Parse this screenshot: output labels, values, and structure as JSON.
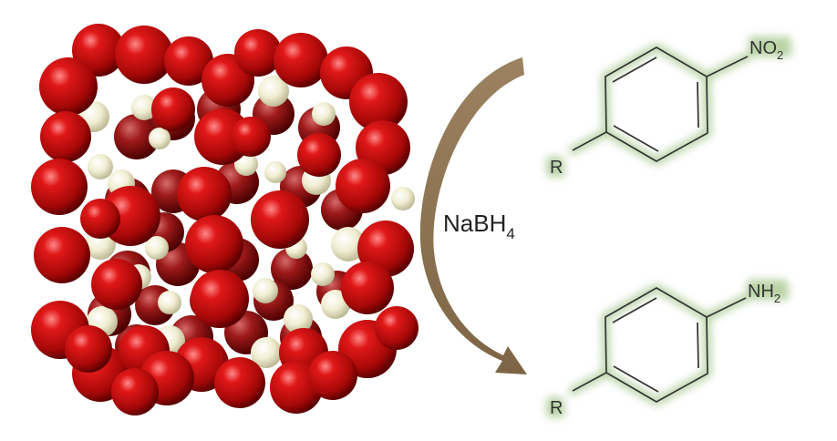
{
  "reagent": {
    "base": "NaBH",
    "subscript": "4"
  },
  "reactant": {
    "group": "NO",
    "group_sub": "2",
    "substituent": "R"
  },
  "product": {
    "group": "NH",
    "group_sub": "2",
    "substituent": "R"
  },
  "colors": {
    "oxygen": "#c40d0d",
    "silicon": "#f1eed2",
    "arrow": "#8b7150",
    "glow": "#b9d3a6",
    "bond": "#333333"
  },
  "icons": {
    "cluster": "zeolite-cage-icon",
    "arrow": "curved-arrow-icon",
    "reactant": "nitroarene-structure-icon",
    "product": "aniline-structure-icon"
  }
}
